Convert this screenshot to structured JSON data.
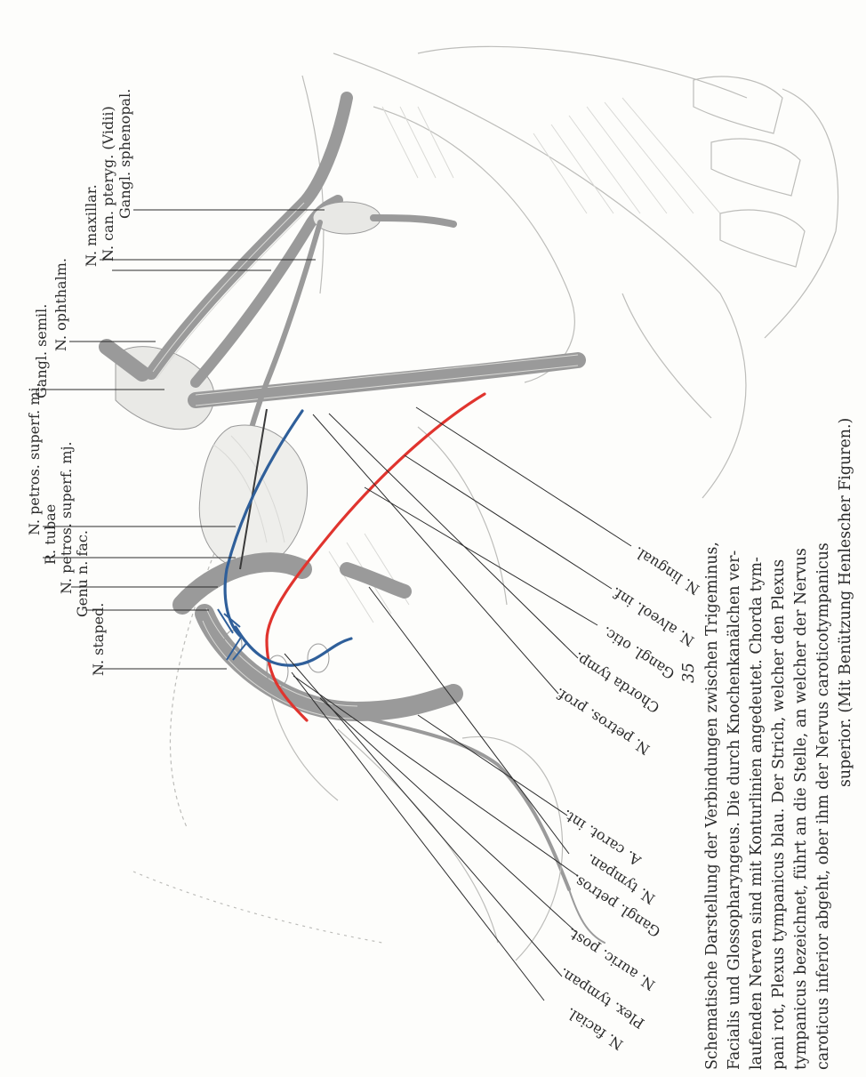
{
  "figure_number": "35",
  "caption_lines": [
    "Schematische Darstellung der Verbindungen zwischen Trigeminus,",
    "Facialis und Glossopharyngeus.  Die durch Knochenkanälchen ver-",
    "laufenden Nerven sind mit Konturlinien angedeutet.  Chorda tym-",
    "pani rot, Plexus tympanicus blau.  Der Strich, welcher den Plexus",
    "tympanicus bezeichnet, führt an die Stelle, an welcher der Nervus",
    "caroticus inferior abgeht, ober ihm der Nervus caroticotympanicus",
    "superior.   (Mit Benützung Henlescher Figuren.)"
  ],
  "labels_top": [
    "Gangl. semil.",
    "N. ophthalm.",
    "N. maxillar.",
    "N. can. pteryg. (Vidii)",
    "Gangl. sphenopal."
  ],
  "labels_left": [
    "N. petros. superf. mi.",
    "R. tubae",
    "N. petros. superf. mj.",
    "Genu n. fac.",
    "N. staped."
  ],
  "labels_bottom": [
    "N. lingual.",
    "N. alveol. inf.",
    "Gangl. otic.",
    "Chorda tymp.",
    "N. petros. prof.",
    "A. carot. int.",
    "N. tympan.",
    "Gangl. petros.",
    "N. auric. post.",
    "Plex. tympan.",
    "N. facial."
  ],
  "colors": {
    "chorda_tympani": "#e0342e",
    "plexus_tympanicus": "#2f5f9a",
    "nerve_gray": "#8f8f8f",
    "text": "#2b2b2b"
  }
}
